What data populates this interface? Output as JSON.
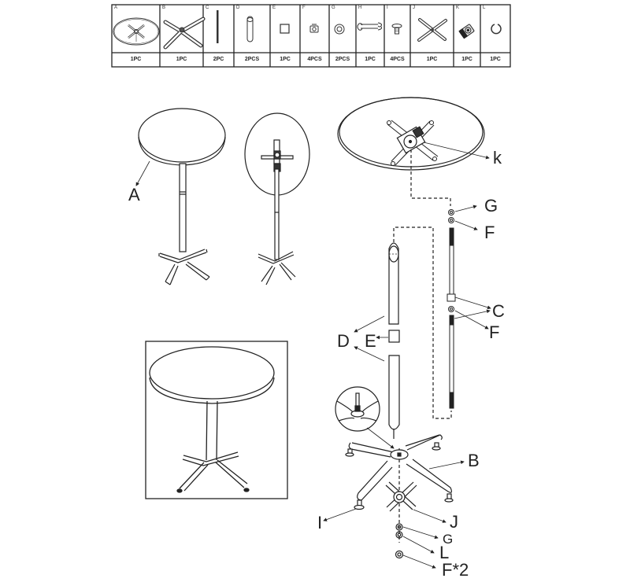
{
  "parts_table": {
    "columns": [
      {
        "letter": "A",
        "qty": "1PC",
        "icon": "table-top-with-bracket"
      },
      {
        "letter": "B",
        "qty": "1PC",
        "icon": "four-leg-base"
      },
      {
        "letter": "C",
        "qty": "2PC",
        "icon": "threaded-rod"
      },
      {
        "letter": "D",
        "qty": "2PCS",
        "icon": "tube"
      },
      {
        "letter": "E",
        "qty": "1PC",
        "icon": "square-connector"
      },
      {
        "letter": "F",
        "qty": "4PCS",
        "icon": "nut"
      },
      {
        "letter": "G",
        "qty": "2PCS",
        "icon": "washer"
      },
      {
        "letter": "H",
        "qty": "1PC",
        "icon": "wrench"
      },
      {
        "letter": "I",
        "qty": "4PCS",
        "icon": "leveling-foot"
      },
      {
        "letter": "J",
        "qty": "1PC",
        "icon": "cross-bracket"
      },
      {
        "letter": "K",
        "qty": "1PC",
        "icon": "tilt-mechanism"
      },
      {
        "letter": "L",
        "qty": "1PC",
        "icon": "spring-washer"
      }
    ]
  },
  "callouts": {
    "tall_table_top": "A",
    "tilt_mechanism": "k",
    "rod_top_washer": "G",
    "rod_top_nut": "F",
    "rod_connector": "C",
    "rod_mid_nut": "F",
    "tube": "D",
    "tube_connector": "E",
    "base": "B",
    "leveling_foot": "I",
    "cross_bracket": "J",
    "bottom_washer": "G",
    "bottom_spring_washer": "L",
    "bottom_nuts": "F*2"
  }
}
